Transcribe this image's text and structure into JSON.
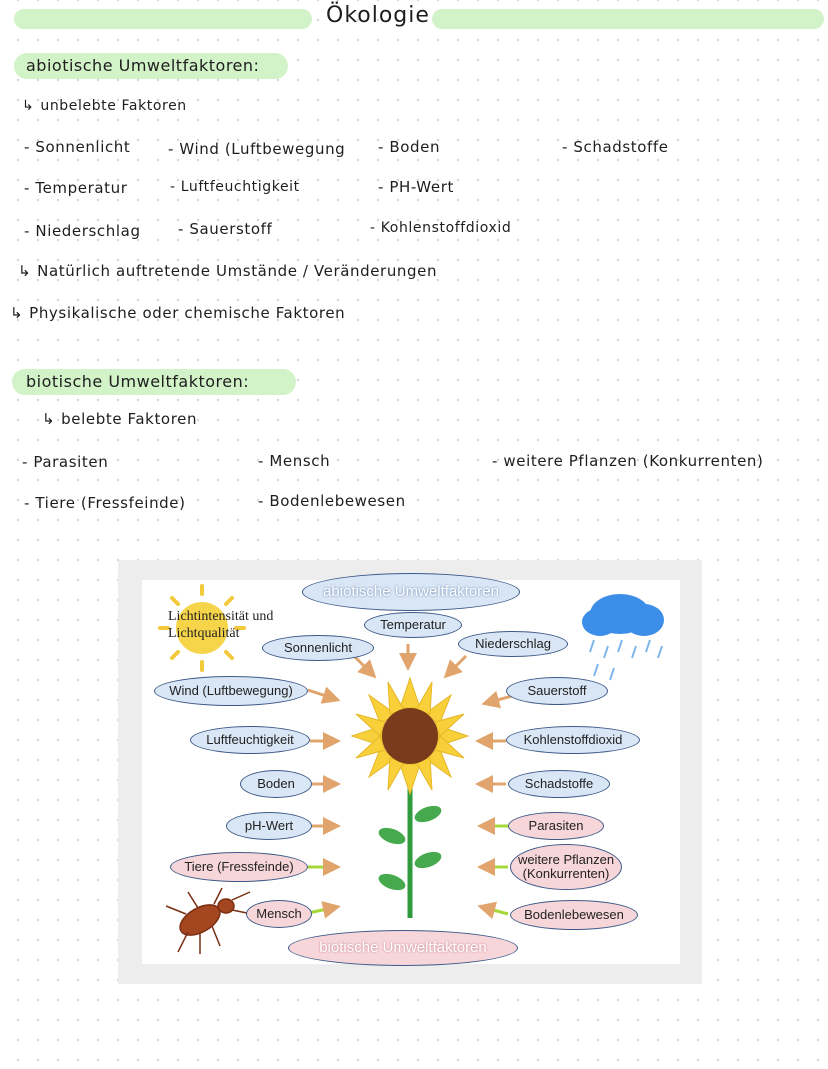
{
  "page_title": "Ökologie",
  "colors": {
    "highlight": "#d2f2c8",
    "abiotic_fill": "#d9e6f5",
    "biotic_fill": "#f7d6da",
    "border": "#3d5a88"
  },
  "abiotic": {
    "heading": "abiotische Umweltfaktoren:",
    "sub": "unbelebte Faktoren",
    "items": [
      "- Sonnenlicht",
      "- Wind (Luftbewegung",
      "- Boden",
      "- Schadstoffe",
      "- Temperatur",
      "- Luftfeuchtigkeit",
      "- PH-Wert",
      "- Niederschlag",
      "- Sauerstoff",
      "- Kohlenstoffdioxid"
    ],
    "note1": "Natürlich auftretende Umstände / Veränderungen",
    "note2": "Physikalische oder chemische Faktoren"
  },
  "biotic": {
    "heading": "biotische Umweltfaktoren:",
    "sub": "belebte Faktoren",
    "items": [
      "- Parasiten",
      "- Mensch",
      "- weitere Pflanzen (Konkurrenten)",
      "- Tiere (Fressfeinde)",
      "- Bodenlebewesen"
    ]
  },
  "diagram": {
    "top_title": "abiotische Umweltfaktoren",
    "bottom_title": "biotische Umweltfaktoren",
    "sun_label": [
      "Lichtintensität und",
      "Lichtqualität"
    ],
    "labels": {
      "temperatur": "Temperatur",
      "sonnenlicht": "Sonnenlicht",
      "niederschlag": "Niederschlag",
      "wind": "Wind (Luftbewegung)",
      "sauerstoff": "Sauerstoff",
      "luftfeuchtigkeit": "Luftfeuchtigkeit",
      "kohlenstoffdioxid": "Kohlenstoffdioxid",
      "boden": "Boden",
      "schadstoffe": "Schadstoffe",
      "ph": "pH-Wert",
      "parasiten": "Parasiten",
      "tiere": "Tiere (Fressfeinde)",
      "pflanzen1": "weitere Pflanzen",
      "pflanzen2": "(Konkurrenten)",
      "mensch": "Mensch",
      "bodenlebewesen": "Bodenlebewesen"
    },
    "icons": [
      "sun-icon",
      "rain-cloud-icon",
      "sunflower-icon",
      "beetle-icon"
    ]
  }
}
